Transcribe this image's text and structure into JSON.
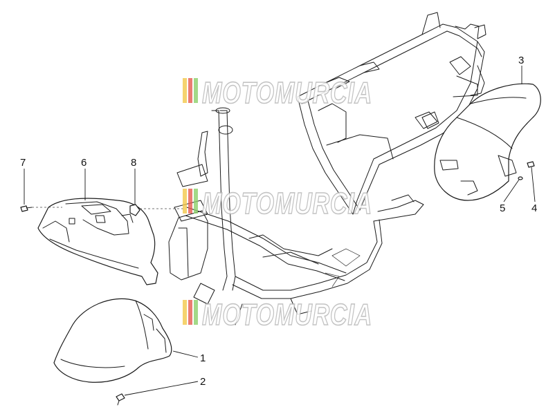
{
  "diagram": {
    "callouts": [
      {
        "id": "1",
        "label": "1"
      },
      {
        "id": "2",
        "label": "2"
      },
      {
        "id": "3",
        "label": "3"
      },
      {
        "id": "4",
        "label": "4"
      },
      {
        "id": "5",
        "label": "5"
      },
      {
        "id": "6",
        "label": "6"
      },
      {
        "id": "7",
        "label": "7"
      },
      {
        "id": "8",
        "label": "8"
      }
    ]
  },
  "watermark": {
    "text": "MOTOMURCIA",
    "stripe_colors": [
      "#f2c84b",
      "#e65b4f",
      "#8ccf6a"
    ],
    "text_color": "#ffffff",
    "outline_color": "#b9b9b9"
  }
}
